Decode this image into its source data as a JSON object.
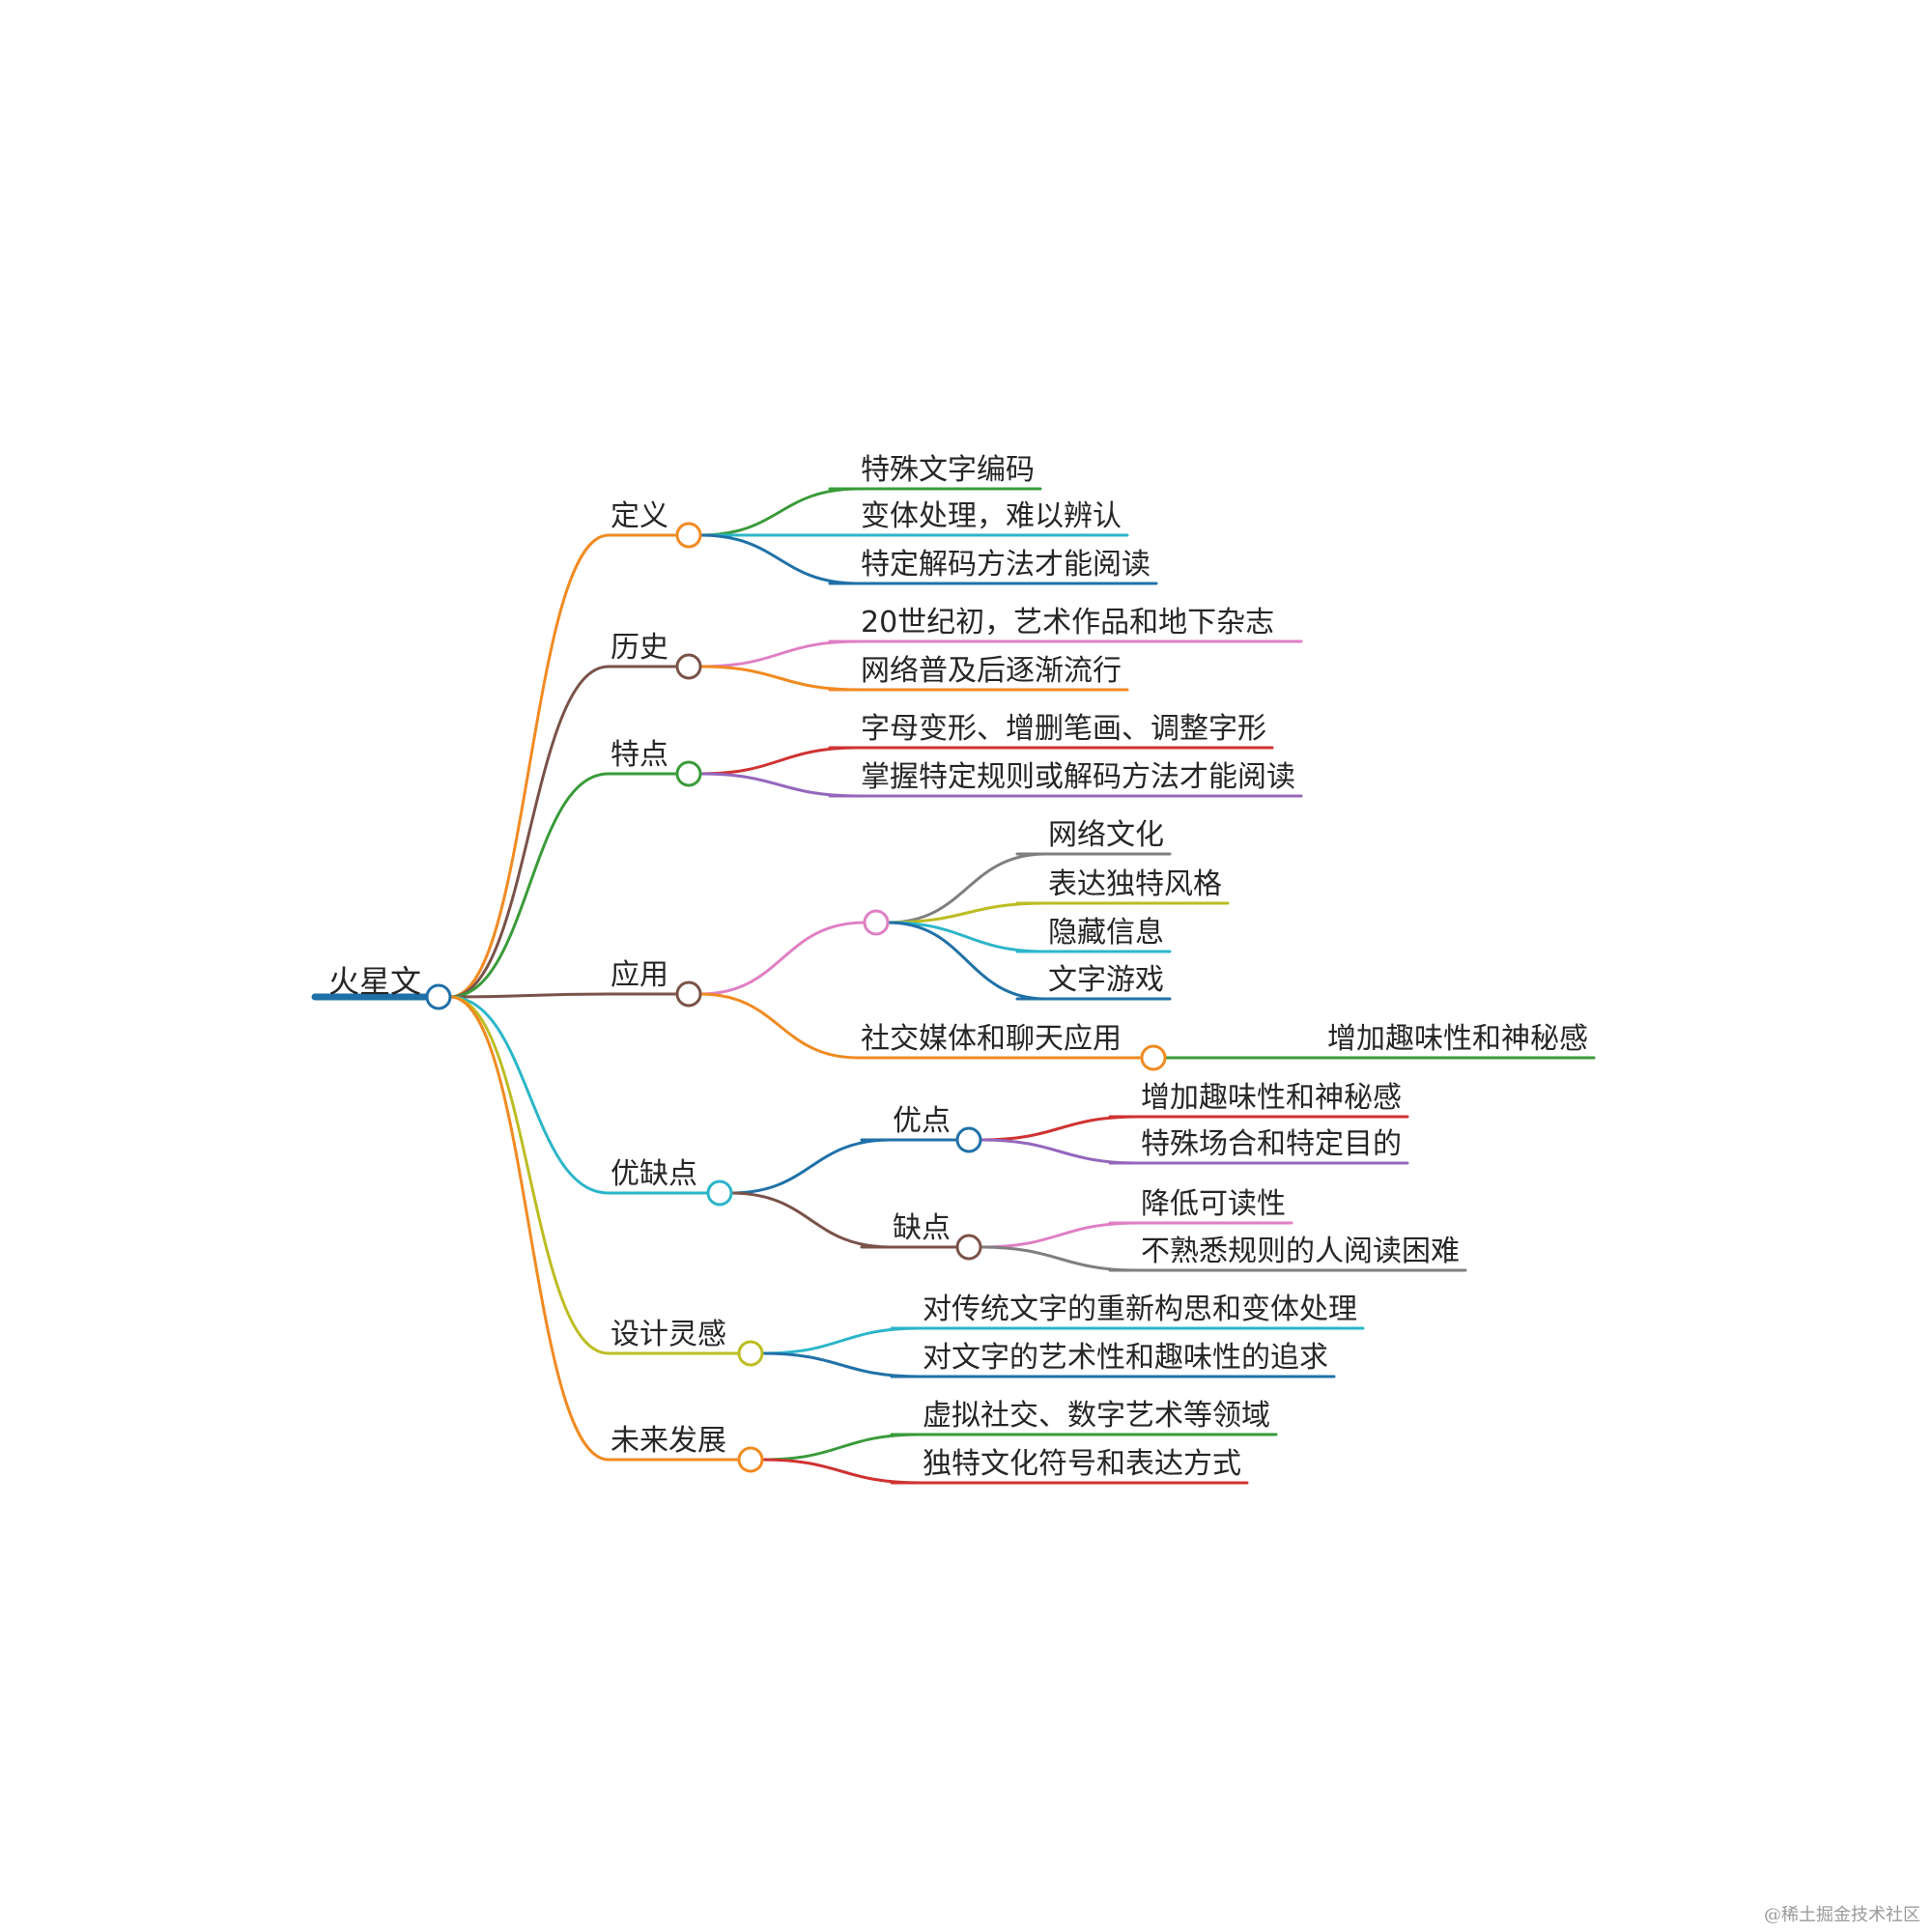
{
  "root": {
    "label": "火星文",
    "color": "#1f6fa8"
  },
  "branches": [
    {
      "label": "定义",
      "color": "#f18a21",
      "node_color": "#f18a21",
      "children": [
        {
          "label": "特殊文字编码",
          "color": "#3a9b3a"
        },
        {
          "label": "变体处理，难以辨认",
          "color": "#2bb6c8"
        },
        {
          "label": "特定解码方法才能阅读",
          "color": "#2171a8"
        }
      ]
    },
    {
      "label": "历史",
      "color": "#7a5249",
      "node_color": "#7a5249",
      "children": [
        {
          "label": "20世纪初，艺术作品和地下杂志",
          "color": "#e07fc4"
        },
        {
          "label": "网络普及后逐渐流行",
          "color": "#f18a21"
        }
      ]
    },
    {
      "label": "特点",
      "color": "#3a9b3a",
      "node_color": "#3a9b3a",
      "children": [
        {
          "label": "字母变形、增删笔画、调整字形",
          "color": "#d03232"
        },
        {
          "label": "掌握特定规则或解码方法才能阅读",
          "color": "#9467bd"
        }
      ]
    },
    {
      "label": "应用",
      "color": "#7a5249",
      "node_color": "#7a5249",
      "unlabeled_group": {
        "color": "#e07fc4",
        "children": [
          {
            "label": "网络文化",
            "color": "#7f7f7f"
          },
          {
            "label": "表达独特风格",
            "color": "#bcbd22"
          },
          {
            "label": "隐藏信息",
            "color": "#2bb6c8"
          },
          {
            "label": "文字游戏",
            "color": "#2171a8"
          }
        ]
      },
      "children": [
        {
          "label": "社交媒体和聊天应用",
          "color": "#f18a21",
          "children": [
            {
              "label": "增加趣味性和神秘感",
              "color": "#3a9b3a"
            }
          ]
        }
      ]
    },
    {
      "label": "优缺点",
      "color": "#2bb6c8",
      "node_color": "#2bb6c8",
      "children": [
        {
          "label": "优点",
          "color": "#2171a8",
          "children": [
            {
              "label": "增加趣味性和神秘感",
              "color": "#d03232"
            },
            {
              "label": "特殊场合和特定目的",
              "color": "#9467bd"
            }
          ]
        },
        {
          "label": "缺点",
          "color": "#7a5249",
          "children": [
            {
              "label": "降低可读性",
              "color": "#e07fc4"
            },
            {
              "label": "不熟悉规则的人阅读困难",
              "color": "#7f7f7f"
            }
          ]
        }
      ]
    },
    {
      "label": "设计灵感",
      "color": "#bcbd22",
      "node_color": "#bcbd22",
      "children": [
        {
          "label": "对传统文字的重新构思和变体处理",
          "color": "#2bb6c8"
        },
        {
          "label": "对文字的艺术性和趣味性的追求",
          "color": "#2171a8"
        }
      ]
    },
    {
      "label": "未来发展",
      "color": "#f18a21",
      "node_color": "#f18a21",
      "children": [
        {
          "label": "虚拟社交、数字艺术等领域",
          "color": "#3a9b3a"
        },
        {
          "label": "独特文化符号和表达方式",
          "color": "#d03232"
        }
      ]
    }
  ],
  "watermark": "@稀土掘金技术社区"
}
